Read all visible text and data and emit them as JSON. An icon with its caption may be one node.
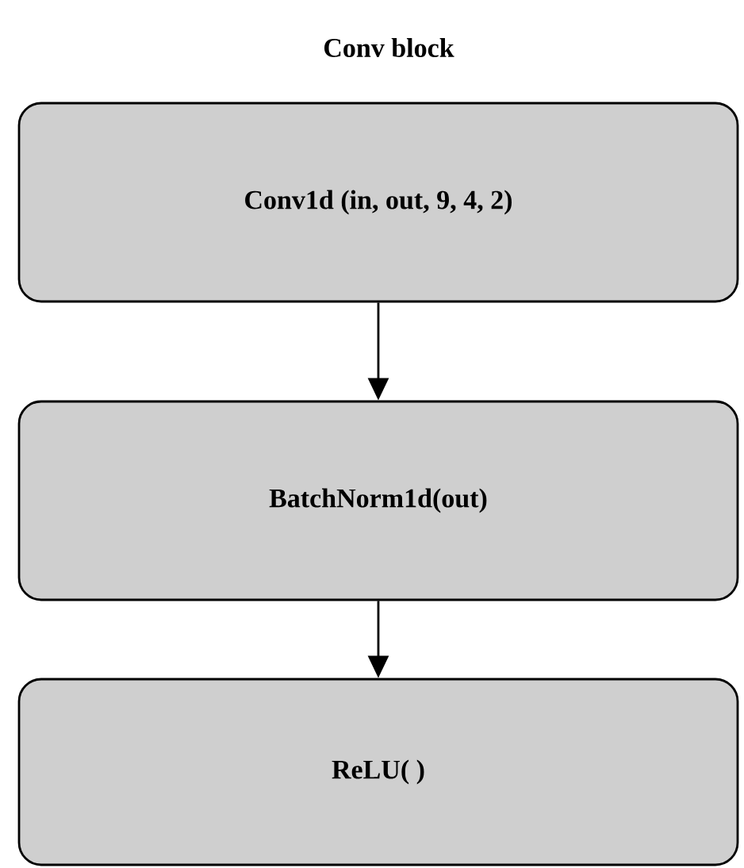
{
  "diagram": {
    "title": "Conv block",
    "nodes": [
      {
        "text": [
          "Conv1d (in, out, 9, 4, 2)"
        ]
      },
      {
        "text": [
          "BatchNorm1d(out)"
        ]
      },
      {
        "text": [
          "ReLU( )"
        ]
      }
    ],
    "edges": [
      {
        "from": 0,
        "to": 1,
        "arrow": "to"
      },
      {
        "from": 1,
        "to": 2,
        "arrow": "to"
      }
    ]
  }
}
